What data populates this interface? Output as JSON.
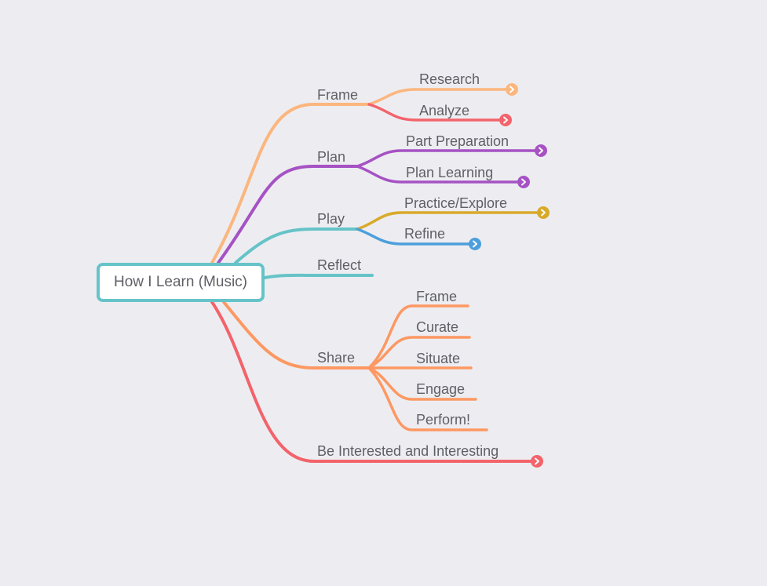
{
  "root": {
    "label": "How I Learn (Music)",
    "color": "#66c3c8"
  },
  "branches": [
    {
      "id": "frame",
      "label": "Frame",
      "color": "#fbb67e",
      "children": [
        {
          "label": "Research",
          "color": "#fbb67e",
          "collapsed": true
        },
        {
          "label": "Analyze",
          "color": "#f3636b",
          "collapsed": true
        }
      ]
    },
    {
      "id": "plan",
      "label": "Plan",
      "color": "#a652c4",
      "children": [
        {
          "label": "Part Preparation",
          "color": "#a652c4",
          "collapsed": true
        },
        {
          "label": "Plan Learning",
          "color": "#a652c4",
          "collapsed": true
        }
      ]
    },
    {
      "id": "play",
      "label": "Play",
      "color": "#66c3c8",
      "children": [
        {
          "label": "Practice/Explore",
          "color": "#d8aa2a",
          "collapsed": true
        },
        {
          "label": "Refine",
          "color": "#4d9fdb",
          "collapsed": true
        }
      ]
    },
    {
      "id": "reflect",
      "label": "Reflect",
      "color": "#66c3c8",
      "children": []
    },
    {
      "id": "share",
      "label": "Share",
      "color": "#fd9862",
      "children": [
        {
          "label": "Frame",
          "color": "#fd9862",
          "collapsed": false
        },
        {
          "label": "Curate",
          "color": "#fd9862",
          "collapsed": false
        },
        {
          "label": "Situate",
          "color": "#fd9862",
          "collapsed": false
        },
        {
          "label": "Engage",
          "color": "#fd9862",
          "collapsed": false
        },
        {
          "label": "Perform!",
          "color": "#fd9862",
          "collapsed": false
        }
      ]
    },
    {
      "id": "interested",
      "label": "Be Interested and Interesting",
      "color": "#f3636b",
      "collapsed": true,
      "children": []
    }
  ]
}
